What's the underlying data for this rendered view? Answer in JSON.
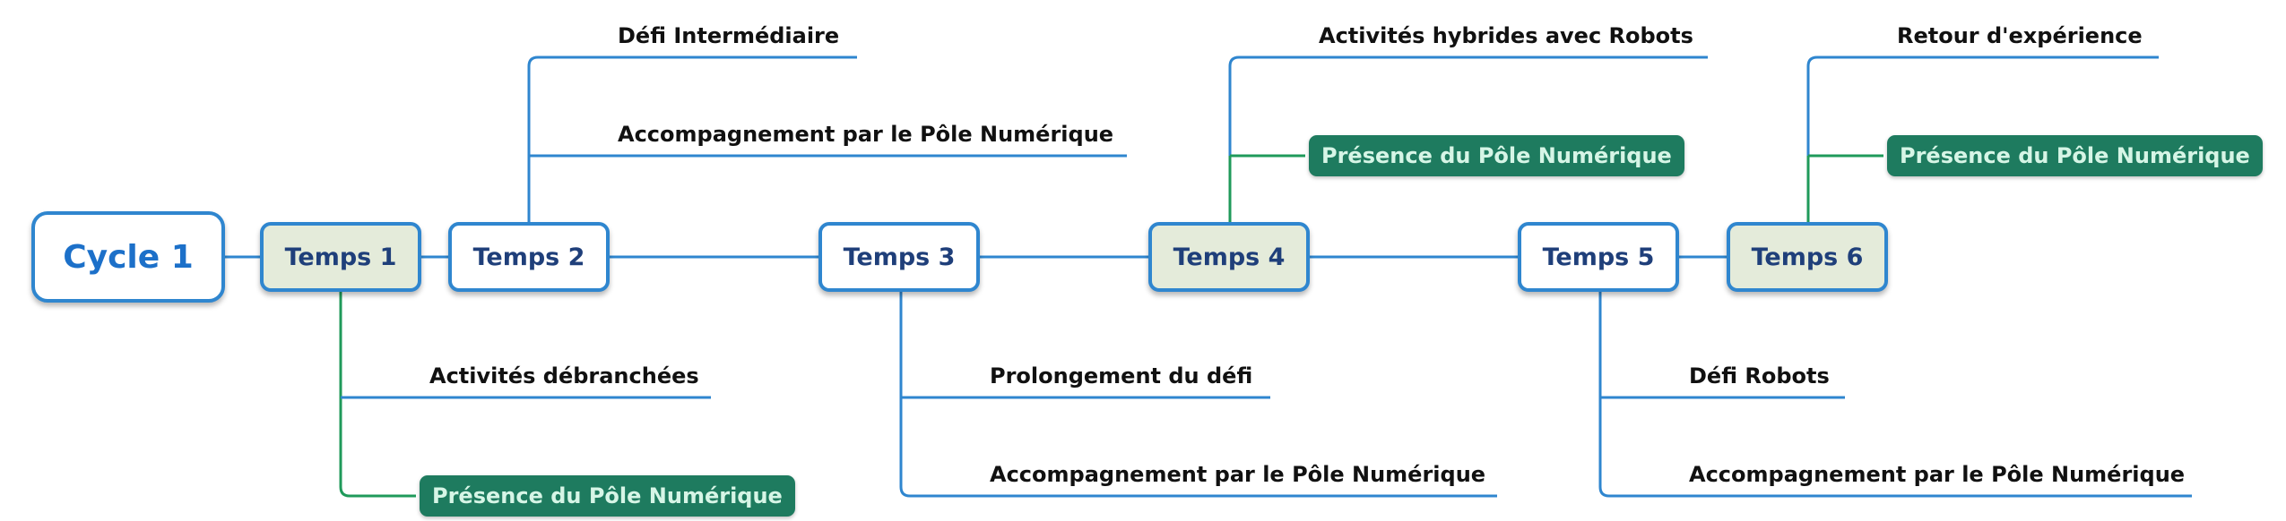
{
  "colors": {
    "blue_line": "#2f86cf",
    "green_line": "#1f9a5a",
    "node_border": "#2f86cf",
    "node_text": "#1f3f7a",
    "root_text": "#1c70c9",
    "shaded_fill": "#e4ebda",
    "pill_fill": "#1e7b5f",
    "pill_text": "#d6f5e6"
  },
  "root": {
    "label": "Cycle 1"
  },
  "temps": [
    {
      "label": "Temps 1",
      "shaded": true,
      "branches": [
        {
          "text": "Activités débranchées",
          "highlight": false
        },
        {
          "text": "Présence du Pôle Numérique",
          "highlight": true
        }
      ]
    },
    {
      "label": "Temps 2",
      "shaded": false,
      "branches": [
        {
          "text": "Défi Intermédiaire",
          "highlight": false
        },
        {
          "text": "Accompagnement par le Pôle Numérique",
          "highlight": false
        }
      ]
    },
    {
      "label": "Temps 3",
      "shaded": false,
      "branches": [
        {
          "text": "Prolongement du défi",
          "highlight": false
        },
        {
          "text": "Accompagnement par le Pôle Numérique",
          "highlight": false
        }
      ]
    },
    {
      "label": "Temps 4",
      "shaded": true,
      "branches": [
        {
          "text": "Activités hybrides avec Robots",
          "highlight": false
        },
        {
          "text": "Présence du Pôle Numérique",
          "highlight": true
        }
      ]
    },
    {
      "label": "Temps 5",
      "shaded": false,
      "branches": [
        {
          "text": "Défi Robots",
          "highlight": false
        },
        {
          "text": "Accompagnement par le Pôle Numérique",
          "highlight": false
        }
      ]
    },
    {
      "label": "Temps 6",
      "shaded": true,
      "branches": [
        {
          "text": "Retour d'expérience",
          "highlight": false
        },
        {
          "text": "Présence du Pôle Numérique",
          "highlight": true
        }
      ]
    }
  ]
}
